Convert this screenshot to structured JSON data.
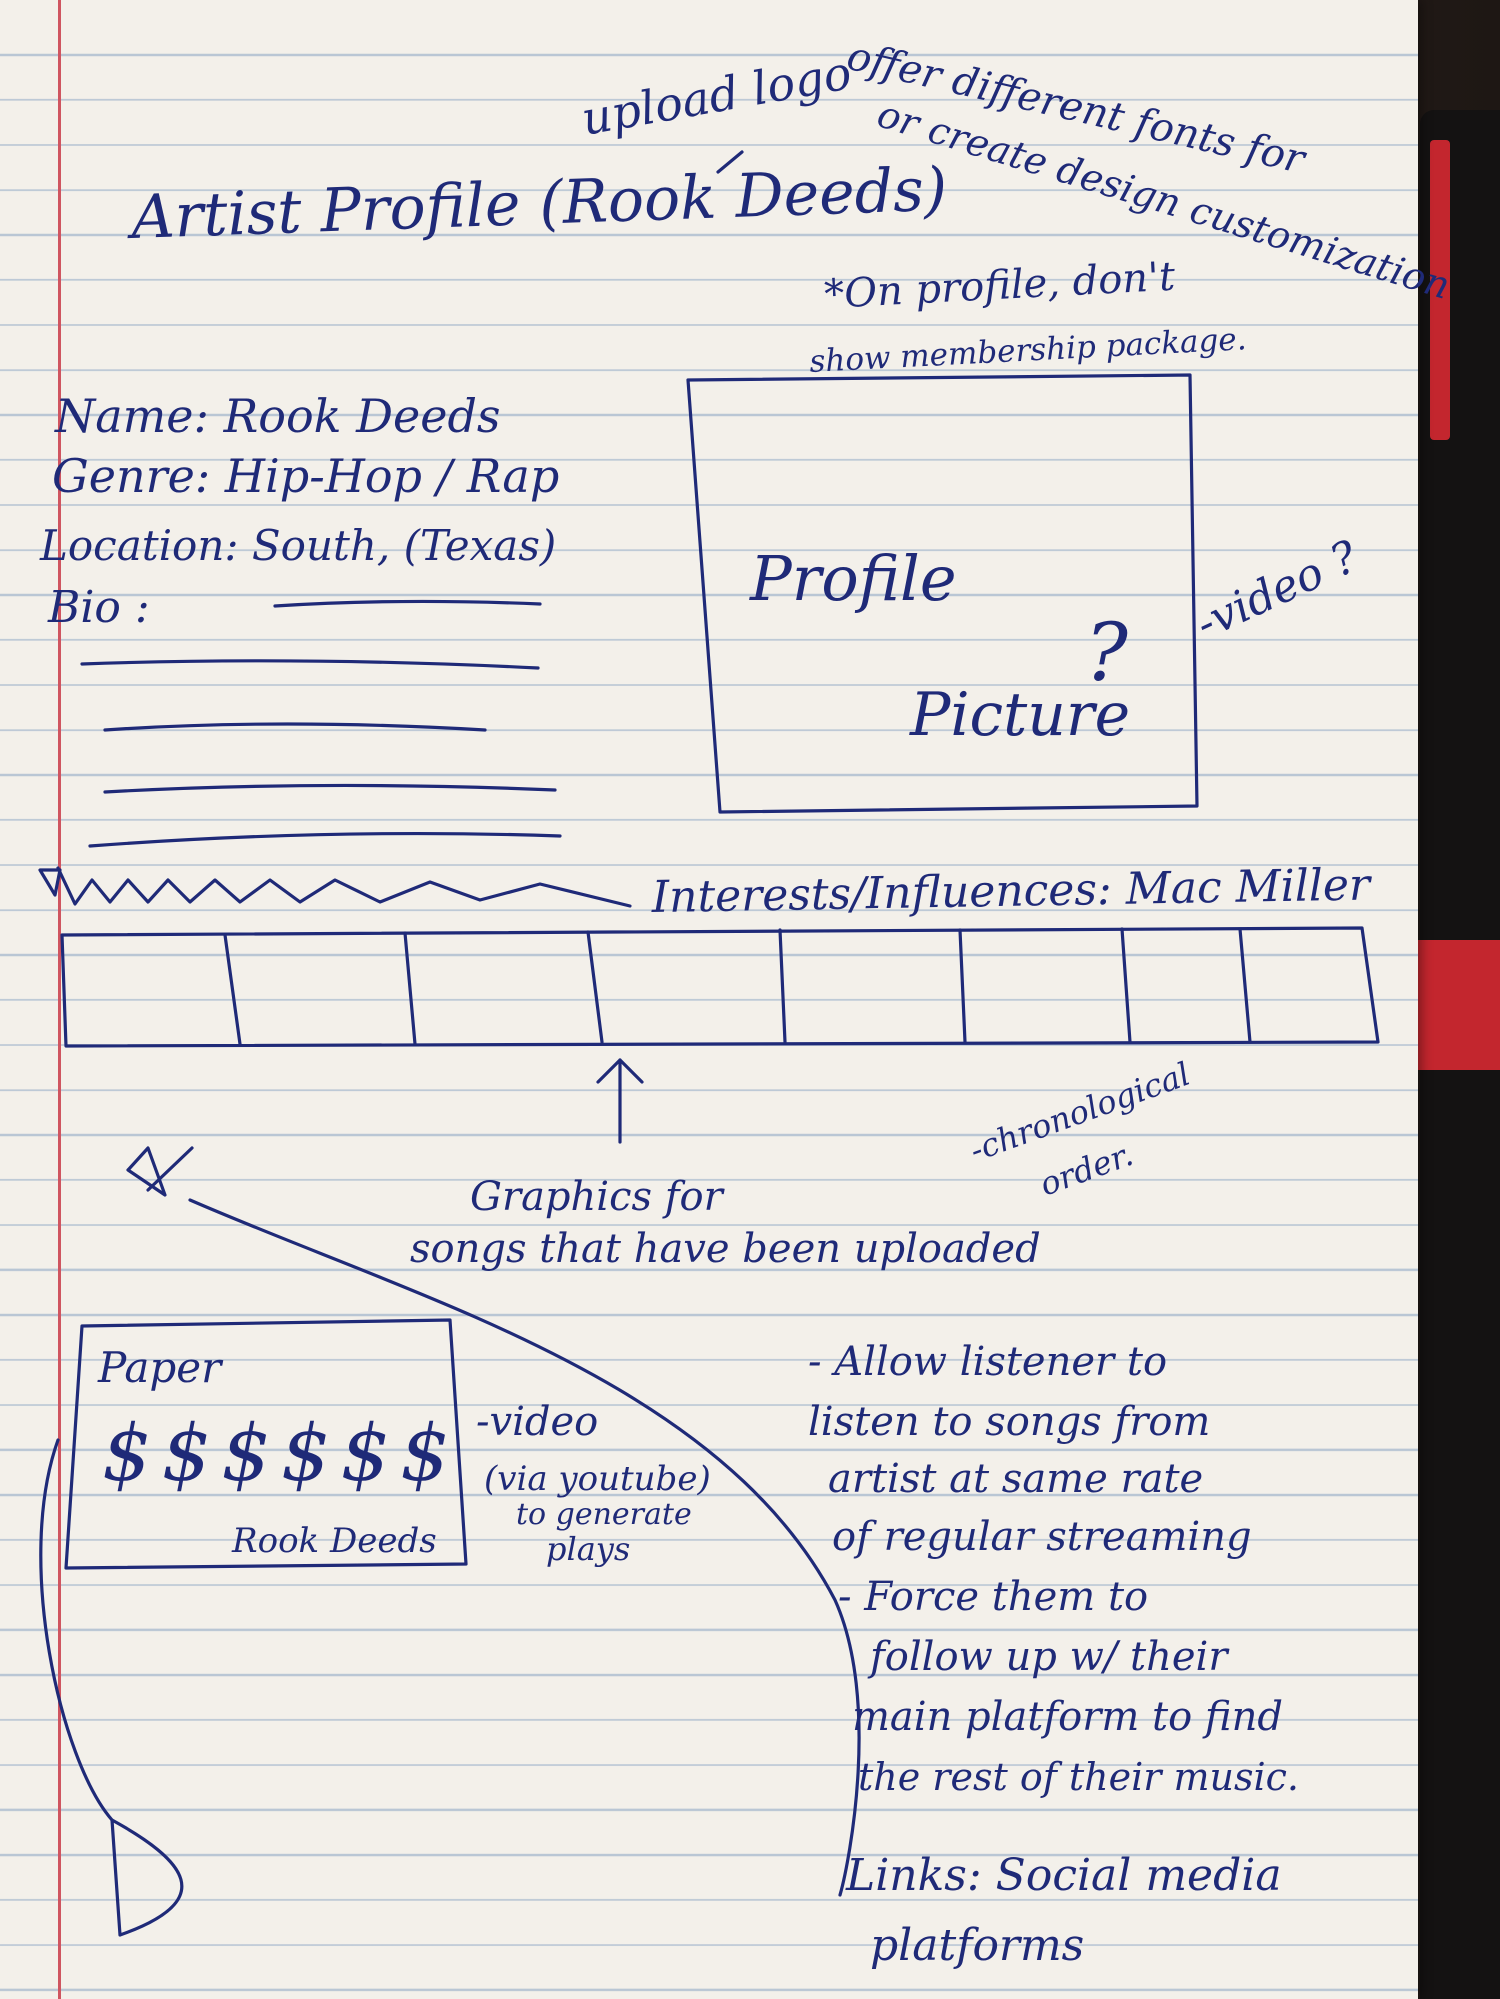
{
  "title": "Artist Profile (Rook Deeds)",
  "notes": {
    "upload_logo": "upload logo",
    "offer_line1": "offer different fonts for",
    "offer_line2": "or create design customization",
    "profile_note_line1": "*On profile, don't",
    "profile_note_line2": "show membership package."
  },
  "fields": {
    "name": "Name: Rook Deeds",
    "genre": "Genre: Hip-Hop / Rap",
    "location": "Location: South, (Texas)",
    "bio": "Bio :"
  },
  "profile_box": {
    "line1": "Profile",
    "line2": "Picture",
    "question": "?",
    "video_note": "-video ?"
  },
  "interests": "Interests/Influences: Mac Miller",
  "song_strip": {
    "caption_line1": "Graphics for",
    "caption_line2": "songs that have been uploaded",
    "order_note_line1": "-chronological",
    "order_note_line2": "order."
  },
  "paper_box": {
    "title": "Paper",
    "dollars": "$$$$$$",
    "artist": "Rook Deeds",
    "video_line1": "-video",
    "video_line2": "(via youtube)",
    "video_line3": "to generate",
    "video_line4": "plays"
  },
  "right_notes": {
    "line1": "- Allow listener to",
    "line2": "listen to songs from",
    "line3": "artist at same rate",
    "line4": "of regular streaming",
    "line5": "- Force them to",
    "line6": "follow up w/ their",
    "line7": "main platform to find",
    "line8": "the rest of their music.",
    "links1": "Links: Social media",
    "links2": "platforms"
  }
}
